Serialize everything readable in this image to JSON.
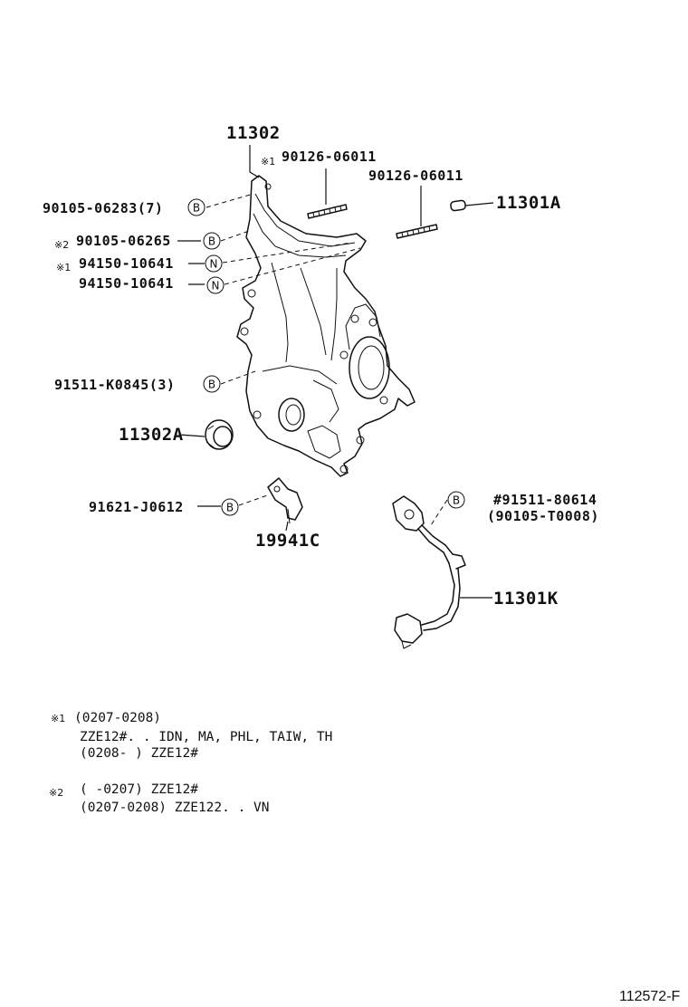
{
  "callouts": {
    "c11302": "11302",
    "c90126_a_mark": "※1",
    "c90126_a": "90126-06011",
    "c90126_b": "90126-06011",
    "c11301A": "11301A",
    "c90105_06283": "90105-06283(7)",
    "c90105_06265_mark": "※2",
    "c90105_06265": "90105-06265",
    "c94150_a_mark": "※1",
    "c94150_a": "94150-10641",
    "c94150_b": "94150-10641",
    "c91511_K0845": "91511-K0845(3)",
    "c11302A": "11302A",
    "c91621_J0612": "91621-J0612",
    "c19941C": "19941C",
    "c91511_80614": "#91511-80614",
    "c90105_T0008": "(90105-T0008)",
    "c11301K": "11301K"
  },
  "badges": {
    "bolt": "B",
    "nut": "N"
  },
  "notes": {
    "n1_mark": "※1",
    "n1_line1": "(0207-0208)",
    "n1_line2": "ZZE12#. . IDN, MA, PHL, TAIW, TH",
    "n1_line3": "(0208-       ) ZZE12#",
    "n2_mark": "※2",
    "n2_line1": "(      -0207) ZZE12#",
    "n2_line2": "(0207-0208) ZZE122. . VN"
  },
  "reference": "112572-F"
}
